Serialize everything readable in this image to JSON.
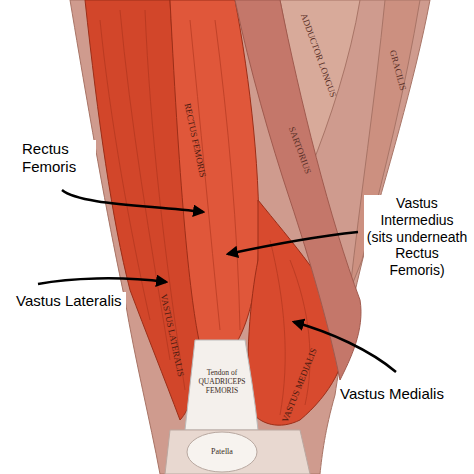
{
  "diagram": {
    "labels": [
      "SARTORIUS",
      "ADDUCTOR LONGUS",
      "GRACILIS",
      "RECTUS FEMORIS",
      "Rectus Femoris",
      "Vastus Intermedius (sits underneath Rectus Femoris)",
      "Vastus Lateralis",
      "VASTUS LATERALIS",
      "VASTUS MEDIALIS",
      "Vastus Medialis",
      "Tendon of QUADRICEPS FEMORIS",
      "Patella"
    ]
  }
}
